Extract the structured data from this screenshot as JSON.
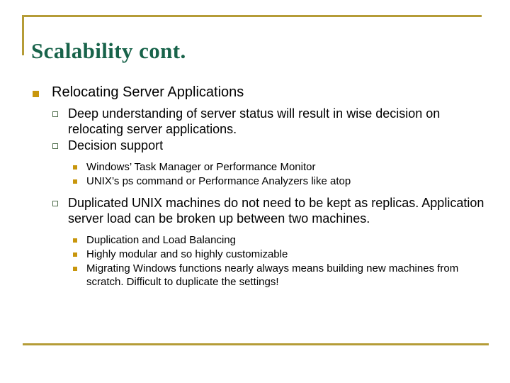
{
  "slide": {
    "title": "Scalability cont.",
    "colors": {
      "rule": "#b59c37",
      "title_text": "#18634a",
      "bullet_level1": "#c8960c",
      "bullet_level2_border": "#52704f",
      "bullet_level3": "#c8960c",
      "body_text": "#000000",
      "background": "#ffffff"
    },
    "icons": {
      "bullet_level1": "filled-square-bullet",
      "bullet_level2": "hollow-square-bullet",
      "bullet_level3": "small-filled-square-bullet"
    },
    "content": [
      {
        "level": 1,
        "text": "Relocating Server Applications"
      },
      {
        "level": 2,
        "text": "Deep understanding of server status will result in wise decision on relocating server applications."
      },
      {
        "level": 2,
        "text": "Decision support"
      },
      {
        "level": 3,
        "text": "Windows’ Task Manager or Performance Monitor"
      },
      {
        "level": 3,
        "text": "UNIX’s ps command or Performance Analyzers like atop"
      },
      {
        "level": 2,
        "text": "Duplicated UNIX machines do not need to be kept as replicas. Application server load can be broken up between two machines."
      },
      {
        "level": 3,
        "text": "Duplication and Load Balancing"
      },
      {
        "level": 3,
        "text": "Highly modular and so highly customizable"
      },
      {
        "level": 3,
        "text": "Migrating Windows functions nearly always means building new machines from scratch. Difficult to duplicate the settings!"
      }
    ]
  }
}
